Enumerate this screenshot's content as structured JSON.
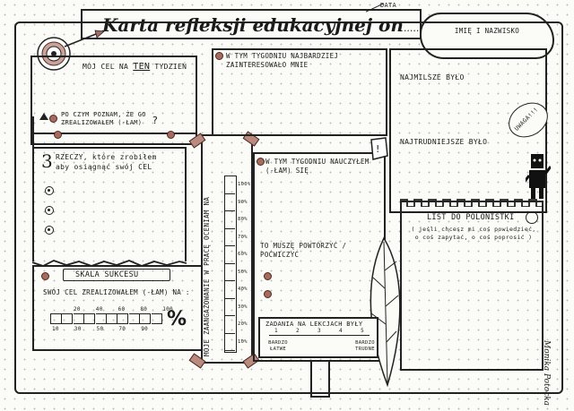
{
  "header": {
    "title": "Karta refleksji edukacyjnej on",
    "title_suffix": "........",
    "date_label": "DATA",
    "name_label": "IMIĘ I NAZWISKO"
  },
  "goal": {
    "label_prefix": "MÓJ CEL NA ",
    "label_emph": "TEN",
    "label_suffix": " TYDZIEŃ"
  },
  "recognize": {
    "text": "PO CZYM POZNAM, ŻE GO ZREALIZOWAŁEM (-ŁAM)"
  },
  "three_things": {
    "number": "3",
    "text": "RZECZY, które zrobiłem aby osiągnąć swój CEL"
  },
  "success_scale": {
    "title": "SKALA SUKCESU",
    "question": "SWÓJ CEL ZREALIZOWAŁEM (-ŁAM) NA :",
    "top_ticks": [
      "20",
      "40",
      "60",
      "80",
      "100"
    ],
    "bottom_ticks": [
      "10",
      "30",
      "50",
      "70",
      "90"
    ],
    "percent": "%"
  },
  "engagement": {
    "vertical_label": "MOJE ZAANGAŻOWANIE W PRACĘ OCENIAM NA",
    "percent_ticks": [
      "100%",
      "90%",
      "80%",
      "70%",
      "60%",
      "50%",
      "40%",
      "30%",
      "20%",
      "10%"
    ]
  },
  "interested": {
    "text": "W TYM TYGODNIU NAJBARDZIEJ ZAINTERESOWAŁO MNIE"
  },
  "learned": {
    "text": "W TYM TYGODNIU NAUCZYŁEM (-ŁAM) SIĘ"
  },
  "practice": {
    "text": "TO MUSZĘ POWTÓRZYĆ / POĆWICZYĆ"
  },
  "tasks": {
    "title": "ZADANIA NA LEKCJACH BYŁY",
    "ticks": [
      "1",
      "2",
      "3",
      "4",
      "5"
    ],
    "left_label": "BARDZO ŁATWE",
    "right_label": "BARDZO TRUDNE"
  },
  "nicest": {
    "text": "NAJMILSZE BYŁO"
  },
  "hardest": {
    "text": "NAJTRUDNIEJSZE BYŁO"
  },
  "caution": {
    "text": "UWAGA!!!"
  },
  "letter": {
    "title": "LIST DO POLONISTKI",
    "note": "( jeśli chcesz mi coś powiedzieć, o coś zapytać, o coś poprosić )"
  },
  "signature": "Monika Potocka",
  "colors": {
    "ink": "#1a1a1a",
    "accent": "#a86a5e",
    "paper": "#fbfbf8"
  }
}
